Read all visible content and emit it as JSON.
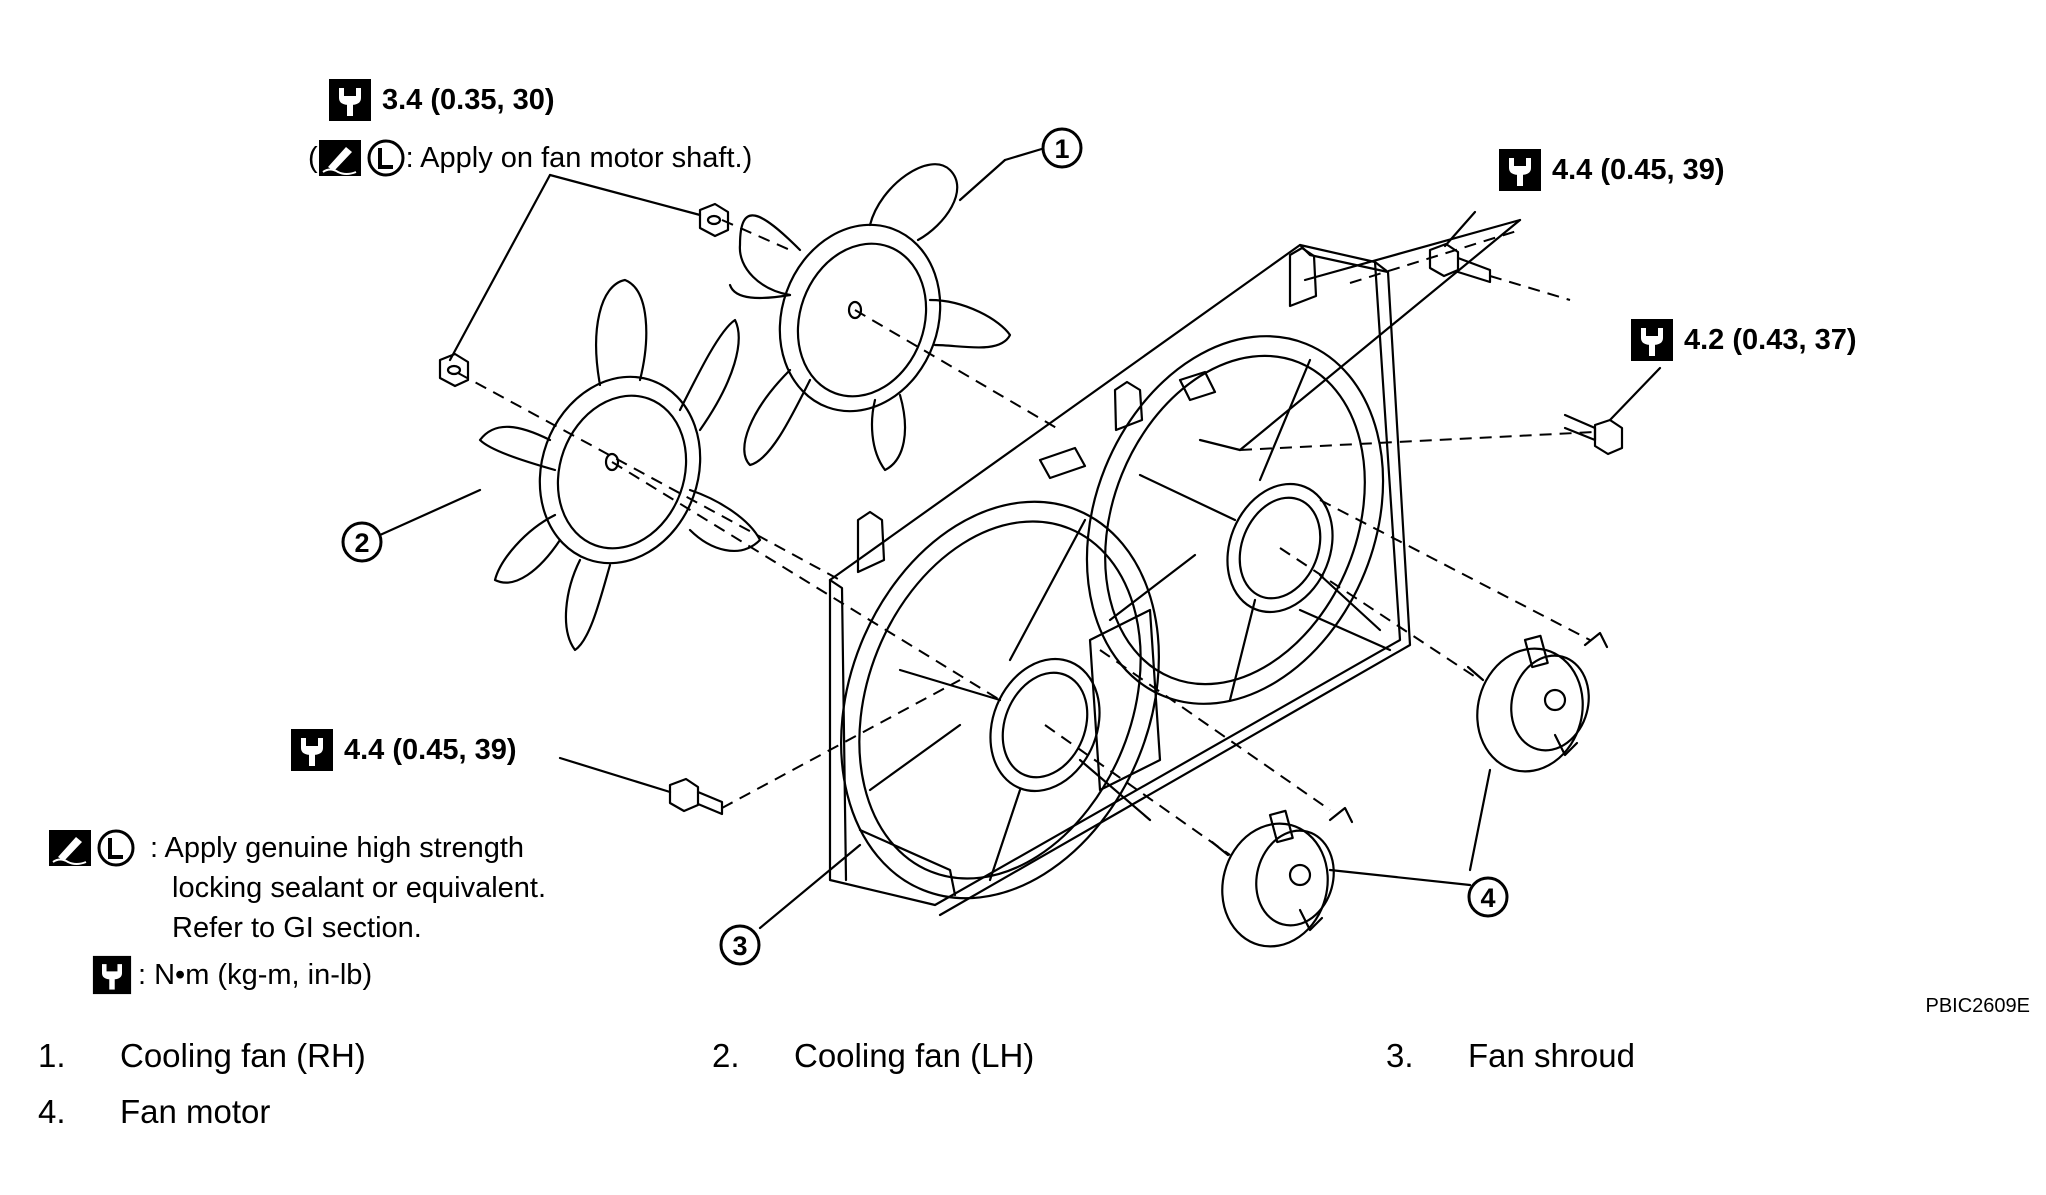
{
  "torque_specs": {
    "fan_nut": "3.4 (0.35, 30)",
    "shroud_bolt_upper_right": "4.4 (0.45, 39)",
    "motor_bolt_right": "4.2 (0.43, 37)",
    "shroud_bolt_lower_left": "4.4 (0.45, 39)"
  },
  "fan_nut_note": {
    "open": "(",
    "text": ": Apply on fan motor shaft.)"
  },
  "callouts": [
    "1",
    "2",
    "3",
    "4"
  ],
  "legend": {
    "sealant_line1": ": Apply genuine high strength",
    "sealant_line2": "locking sealant or equivalent.",
    "sealant_line3": "Refer to GI section.",
    "torque_units": ": N•m (kg-m, in-lb)"
  },
  "figure_code": "PBIC2609E",
  "parts": [
    {
      "num": "1.",
      "name": "Cooling fan (RH)"
    },
    {
      "num": "2.",
      "name": "Cooling fan (LH)"
    },
    {
      "num": "3.",
      "name": "Fan shroud"
    },
    {
      "num": "4.",
      "name": "Fan motor"
    }
  ],
  "icons": {
    "torque": "wrench-torque-icon",
    "sealant": "sealant-applicator-icon",
    "locking": "locking-sealant-L-icon"
  }
}
